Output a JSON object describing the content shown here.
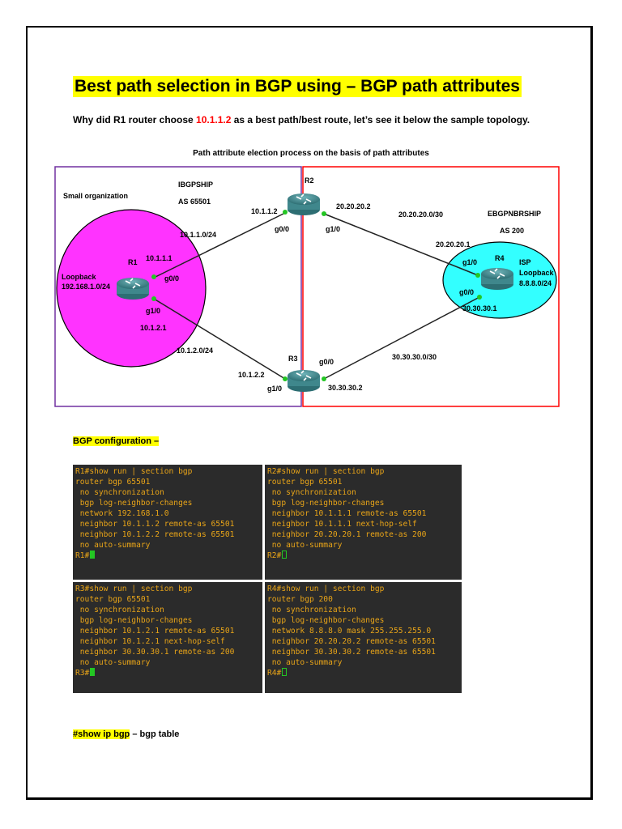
{
  "title": "Best path selection in BGP using – BGP path attributes",
  "question": {
    "before": "Why did R1 router choose ",
    "highlight": "10.1.1.2",
    "after": " as a best path/best route, let’s see it below the sample topology."
  },
  "diagram": {
    "title": "Path attribute election process on the basis of path attributes",
    "labels": {
      "small_org": "Small organization",
      "ibgp": "IBGPSHIP",
      "as_left": "AS 65501",
      "loopback_left_1": "Loopback",
      "loopback_left_2": "192.168.1.0/24",
      "r1": "R1",
      "r1_ip1": "10.1.1.1",
      "r1_g00": "g0/0",
      "r1_g10": "g1/0",
      "r1_ip2": "10.1.2.1",
      "net_101": "10.1.1.0/24",
      "net_102": "10.1.2.0/24",
      "r2": "R2",
      "r2_ip_left": "10.1.1.2",
      "r2_g00": "g0/0",
      "r2_ip_right": "20.20.20.2",
      "r2_g10": "g1/0",
      "net_20": "20.20.20.0/30",
      "ebgp": "EBGPNBRSHIP",
      "as_right": "AS 200",
      "r4_ip1": "20.20.20.1",
      "r4_g10": "g1/0",
      "r4": "R4",
      "isp": "ISP",
      "loopback_right_1": "Loopback",
      "loopback_right_2": "8.8.8.0/24",
      "r4_g00": "g0/0",
      "r4_ip2": "30.30.30.1",
      "r3": "R3",
      "r3_g00": "g0/0",
      "net_30": "30.30.30.0/30",
      "r3_ip_left": "10.1.2.2",
      "r3_g10": "g1/0",
      "r3_ip_right": "30.30.30.2"
    }
  },
  "bgp_config_label": "BGP configuration –",
  "terminals": {
    "r1": [
      "R1#show run | section bgp",
      "router bgp 65501",
      " no synchronization",
      " bgp log-neighbor-changes",
      " network 192.168.1.0",
      " neighbor 10.1.1.2 remote-as 65501",
      " neighbor 10.1.2.2 remote-as 65501",
      " no auto-summary",
      "R1#"
    ],
    "r2": [
      "R2#show run | section bgp",
      "router bgp 65501",
      " no synchronization",
      " bgp log-neighbor-changes",
      " neighbor 10.1.1.1 remote-as 65501",
      " neighbor 10.1.1.1 next-hop-self",
      " neighbor 20.20.20.1 remote-as 200",
      " no auto-summary",
      "R2#"
    ],
    "r3": [
      "R3#show run | section bgp",
      "router bgp 65501",
      " no synchronization",
      " bgp log-neighbor-changes",
      " neighbor 10.1.2.1 remote-as 65501",
      " neighbor 10.1.2.1 next-hop-self",
      " neighbor 30.30.30.1 remote-as 200",
      " no auto-summary",
      "R3#"
    ],
    "r4": [
      "R4#show run | section bgp",
      "router bgp 200",
      " no synchronization",
      " bgp log-neighbor-changes",
      " network 8.8.8.0 mask 255.255.255.0",
      " neighbor 20.20.20.2 remote-as 65501",
      " neighbor 30.30.30.2 remote-as 65501",
      " no auto-summary",
      "R4#"
    ]
  },
  "show_ip_bgp": {
    "command": "#show ip bgp",
    "rest": " – bgp table"
  },
  "colors": {
    "highlight": "#ffff00",
    "accent_red": "#ff0000",
    "left_circle": "#ff33ff",
    "right_ellipse": "#33ffff",
    "left_box": "#7030a0",
    "right_box": "#ff0000",
    "terminal_bg": "#2b2b2b",
    "terminal_text": "#e8a418",
    "link_dot": "#23c623"
  }
}
